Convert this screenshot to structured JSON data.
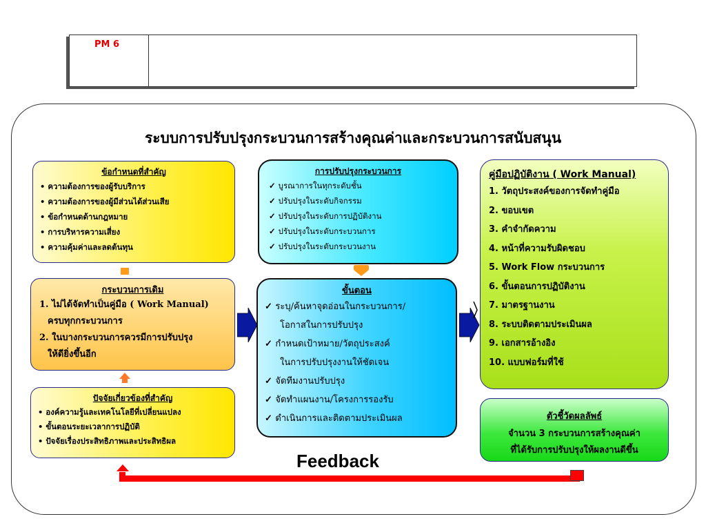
{
  "pm_label": "PM 6",
  "title": "ระบบการปรับปรุงกระบวนการสร้างคุณค่าและกระบวนการสนับสนุน",
  "requirements": {
    "heading": "ข้อกำหนดที่สำคัญ",
    "items": [
      "ความต้องการของผู้รับบริการ",
      "ความต้องการของผู้มีส่วนได้ส่วนเสีย",
      "ข้อกำหนดด้านกฎหมาย",
      "การบริหารความเสี่ยง",
      "ความคุ้มค่าและลดต้นทุน"
    ]
  },
  "old_process": {
    "heading": "กระบวนการเดิม",
    "items": [
      "1. ไม่ได้จัดทำเป็นคู่มือ ( Work Manual)",
      "ครบทุกกระบวนการ",
      "2.  ในบางกระบวนการควรมีการปรับปรุง",
      "ให้ดียิ่งขึ้นอีก"
    ]
  },
  "factors": {
    "heading": "ปัจจัยเกี่ยวข้องที่สำคัญ",
    "items": [
      "องค์ความรู้และเทคโนโลยีที่เปลี่ยนแปลง",
      "ขั้นตอนระยะเวลาการปฏิบัติ",
      "ปัจจัยเรื่องประสิทธิภาพและประสิทธิผล"
    ]
  },
  "improvement": {
    "heading": "การปรับปรุงกระบวนการ",
    "items": [
      "บูรณาการในทุกระดับชั้น",
      "ปรับปรุงในระดับกิจกรรม",
      "ปรับปรุงในระดับการปฏิบัติงาน",
      "ปรับปรุงในระดับกระบวนการ",
      "ปรับปรุงในระดับกระบวนงาน"
    ]
  },
  "steps": {
    "heading": "ขั้นตอน",
    "items": [
      "ระบุ/ค้นหาจุดอ่อนในกระบวนการ/",
      "โอกาสในการปรับปรุง",
      "กำหนดเป้าหมาย/วัตถุประสงค์",
      "ในการปรับปรุงงานให้ชัดเจน",
      "จัดทีมงานปรับปรุง",
      "จัดทำแผนงาน/โครงการรองรับ",
      "ดำเนินการและติดตามประเมินผล"
    ]
  },
  "manual": {
    "heading": "คู่มือปฏิบัติงาน ( Work Manual)",
    "items": [
      "1. วัตถุประสงค์ของการจัดทำคู่มือ",
      "2. ขอบเขต",
      "3. คำจำกัดความ",
      "4. หน้าที่ความรับผิดชอบ",
      "5. Work Flow กระบวนการ",
      "6. ขั้นตอนการปฏิบัติงาน",
      "7. มาตรฐานงาน",
      "8. ระบบติดตามประเมินผล",
      "9. เอกสารอ้างอิง",
      "10. แบบฟอร์มที่ใช้"
    ]
  },
  "kpi": {
    "heading": "ตัวชี้วัดผลลัพธ์",
    "line1": "จำนวน 3 กระบวนการสร้างคุณค่า",
    "line2": "ที่ได้รับการปรับปรุงให้ผลงานดีขึ้น"
  },
  "feedback": "Feedback",
  "colors": {
    "accent_red": "#ff0000",
    "pm_red": "#e00000",
    "arrow_navy": "#0a1aa0",
    "connector_orange": "#ff9a1a"
  }
}
